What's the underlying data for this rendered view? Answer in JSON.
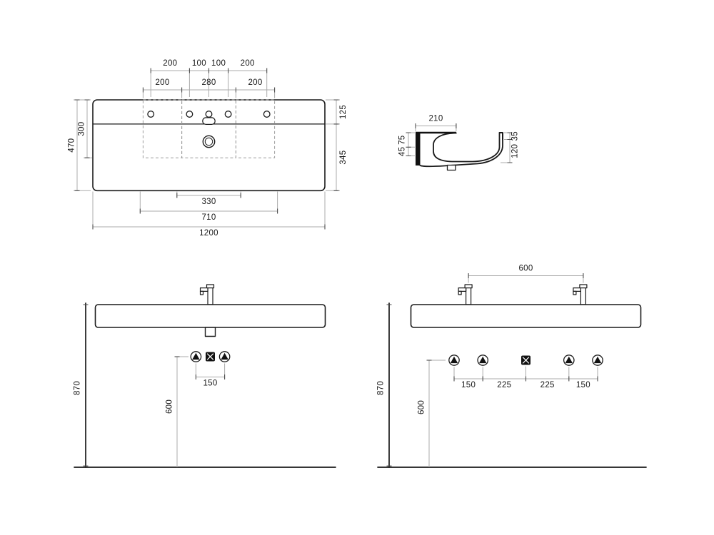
{
  "drawing": {
    "colors": {
      "object_line": "#1a1a1a",
      "dimension_line": "#ababab",
      "dimension_text": "#161616"
    },
    "plan": {
      "hole_spacing": [
        "200",
        "100",
        "100",
        "200"
      ],
      "zone_widths": [
        "200",
        "280",
        "200"
      ],
      "depth_total": "470",
      "depth_zone": "300",
      "ledge": "125",
      "bowl_depth": "345",
      "drain_width": "330",
      "bowl_width": "710",
      "width_total": "1200"
    },
    "section": {
      "deck_width": "210",
      "back_upper": "75",
      "back_lower": "45",
      "front_rim": "35",
      "height": "120"
    },
    "front_single": {
      "mount_height": "870",
      "drain_height": "600",
      "supply_spacing": "150"
    },
    "front_double": {
      "tap_spacing": "600",
      "mount_height": "870",
      "drain_height": "600",
      "spacings": [
        "150",
        "225",
        "225",
        "150"
      ]
    }
  }
}
